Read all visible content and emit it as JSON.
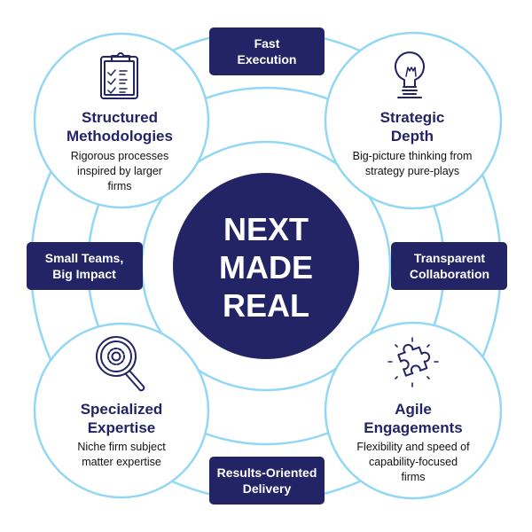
{
  "center": {
    "lines": [
      "NEXT",
      "MADE",
      "REAL"
    ]
  },
  "connectors": [
    {
      "lines": [
        "Fast",
        "Execution"
      ]
    },
    {
      "lines": [
        "Small Teams,",
        "Big Impact"
      ]
    },
    {
      "lines": [
        "Transparent",
        "Collaboration"
      ]
    },
    {
      "lines": [
        "Results-Oriented",
        "Delivery"
      ]
    }
  ],
  "pillars": [
    {
      "icon": "clipboard-checklist-icon",
      "title": [
        "Structured",
        "Methodologies"
      ],
      "desc": [
        "Rigorous processes",
        "inspired by larger",
        "firms"
      ]
    },
    {
      "icon": "lightbulb-icon",
      "title": [
        "Strategic",
        "Depth"
      ],
      "desc": [
        "Big-picture thinking from",
        "strategy pure-plays"
      ]
    },
    {
      "icon": "magnifier-gear-icon",
      "title": [
        "Specialized",
        "Expertise"
      ],
      "desc": [
        "Niche firm subject",
        "matter expertise"
      ]
    },
    {
      "icon": "puzzle-piece-icon",
      "title": [
        "Agile",
        "Engagements"
      ],
      "desc": [
        "Flexibility and speed of",
        "capability-focused",
        "firms"
      ]
    }
  ],
  "colors": {
    "navy": "#222466",
    "ring": "#92d7f3"
  }
}
